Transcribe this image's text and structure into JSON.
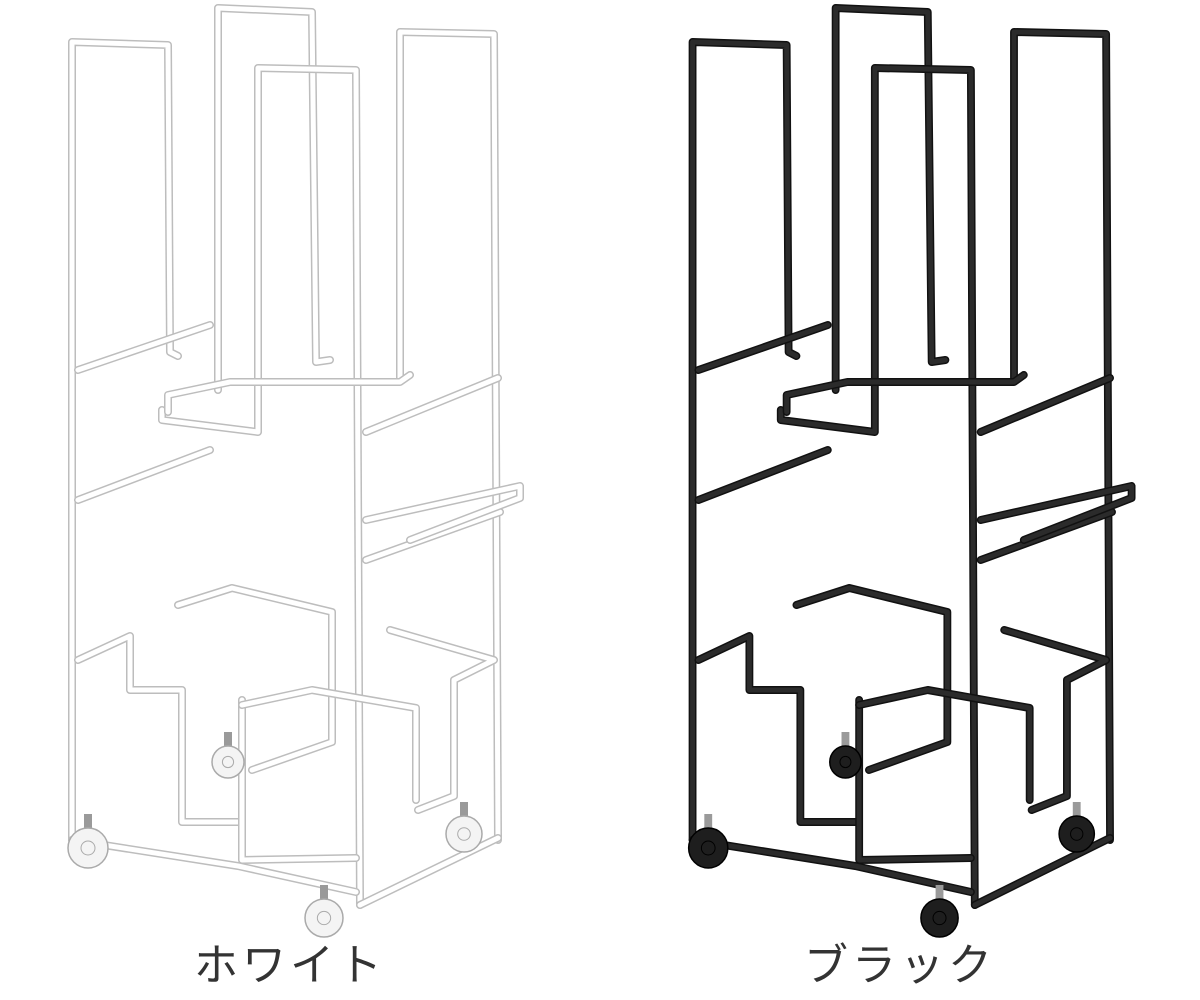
{
  "products": [
    {
      "id": "white",
      "caption": "ホワイト",
      "frame_color": "#ffffff",
      "outline_color": "#bdbdbd",
      "wheel_color": "#f4f4f4",
      "wheel_outline": "#aaaaaa"
    },
    {
      "id": "black",
      "caption": "ブラック",
      "frame_color": "#2b2b2b",
      "outline_color": "#111111",
      "wheel_color": "#1e1e1e",
      "wheel_outline": "#000000"
    }
  ]
}
